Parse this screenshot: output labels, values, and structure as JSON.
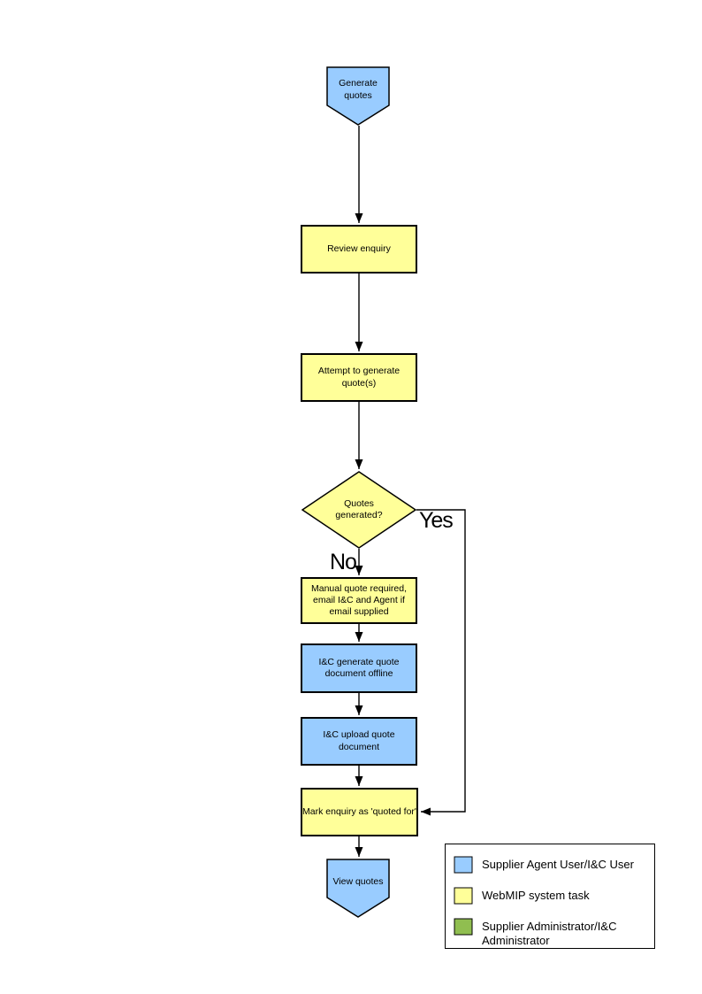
{
  "page": {
    "background": "#FFFFFF"
  },
  "colors": {
    "user_task_fill": "#99CCFF",
    "system_task_fill": "#FFFF99",
    "admin_fill": "#90BE50",
    "line": "#000000"
  },
  "flowchart": {
    "nodes": {
      "generate_quotes": {
        "label": "Generate quotes"
      },
      "review_enquiry": {
        "label": "Review enquiry"
      },
      "attempt_generate": {
        "label": "Attempt to generate quote(s)"
      },
      "quotes_generated": {
        "label": "Quotes generated?"
      },
      "manual_quote": {
        "label": "Manual quote required, email I&C and Agent if email supplied"
      },
      "ic_generate": {
        "label": "I&C generate quote document offline"
      },
      "ic_upload": {
        "label": "I&C upload quote document"
      },
      "mark_enquiry": {
        "label": "Mark enquiry as 'quoted for'"
      },
      "view_quotes": {
        "label": "View quotes"
      }
    },
    "edge_labels": {
      "yes": "Yes",
      "no": "No"
    }
  },
  "legend": {
    "items": [
      {
        "color": "#99CCFF",
        "lines": [
          "Supplier Agent User/I&C User"
        ]
      },
      {
        "color": "#FFFF99",
        "lines": [
          "WebMIP system task"
        ]
      },
      {
        "color": "#90BE50",
        "lines": [
          "Supplier Administrator/I&C",
          "Administrator"
        ]
      }
    ]
  }
}
